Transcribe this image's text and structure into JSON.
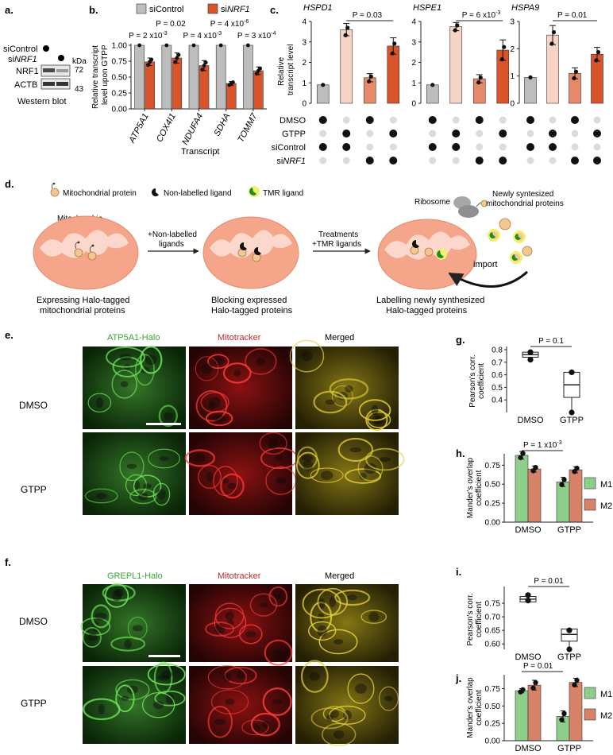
{
  "panels": {
    "a": "a.",
    "b": "b.",
    "c": "c.",
    "d": "d.",
    "e": "e.",
    "f": "f.",
    "g": "g.",
    "h": "h.",
    "i": "i.",
    "j": "j."
  },
  "panel_a": {
    "lane_labels": [
      "siControl",
      "siNRF1"
    ],
    "blot_labels": [
      "NRF1",
      "ACTB"
    ],
    "kda_label": "kDa",
    "kda_marks": [
      "72",
      "43"
    ],
    "caption": "Western blot"
  },
  "panel_b": {
    "legend": [
      "siControl",
      "siNRF1"
    ],
    "ylabel_line1": "Relative transcript",
    "ylabel_line2": "level upon GTPP",
    "xlabel": "Transcript",
    "p_values": [
      "P = 2 x10-3",
      "P = 0.02",
      "P = 4 x10-3",
      "P = 4 x10-6",
      "P = 3 x10-4"
    ]
  },
  "panel_c": {
    "ylabel_line1": "Relative",
    "ylabel_line2": "transcript level",
    "p_values": [
      "P = 0.03",
      "P = 6 x10-3",
      "P = 0.01"
    ],
    "dot_rows": [
      "DMSO",
      "GTPP",
      "siControl",
      "siNRF1"
    ],
    "dot_matrix": [
      [
        1,
        0,
        1,
        0
      ],
      [
        0,
        1,
        0,
        1
      ],
      [
        1,
        1,
        0,
        0
      ],
      [
        0,
        0,
        1,
        1
      ]
    ]
  },
  "panel_d": {
    "legend": [
      "Mitochondrial protein",
      "Non-labelled ligand",
      "TMR ligand"
    ],
    "mito_label": "Mitochondria",
    "arrow1": [
      "+Non-labelled",
      "ligands"
    ],
    "arrow2": [
      "Treatments",
      "+TMR ligands"
    ],
    "ribosome": "Ribosome",
    "newly": [
      "Newly syntesized",
      "mitochondrial proteins"
    ],
    "import": "import",
    "captions": [
      [
        "Expressing Halo-tagged",
        "mitochondrial proteins"
      ],
      [
        "Blocking expressed",
        "Halo-tagged proteins"
      ],
      [
        "Labelling newly synthesized",
        "Halo-tagged proteins"
      ]
    ]
  },
  "panel_e": {
    "col_labels": [
      "ATP5A1-Halo",
      "Mitotracker",
      "Merged"
    ],
    "row_labels": [
      "DMSO",
      "GTPP"
    ]
  },
  "panel_f": {
    "col_labels": [
      "GREPL1-Halo",
      "Mitotracker",
      "Merged"
    ],
    "row_labels": [
      "DMSO",
      "GTPP"
    ]
  },
  "panel_g": {
    "ylabel": [
      "Pearson's corr.",
      "coefficient"
    ],
    "p": "P = 0.1"
  },
  "panel_h": {
    "ylabel": [
      "Mander's overlap",
      "coefficient"
    ],
    "p": "P = 1 x10-3",
    "legend": [
      "M1",
      "M2"
    ]
  },
  "panel_i": {
    "ylabel": [
      "Pearson's corr.",
      "coefficient"
    ],
    "p": "P = 0.01"
  },
  "panel_j": {
    "ylabel": [
      "Mander's overlap",
      "coefficient"
    ],
    "p": "P = 0.01",
    "legend": [
      "M1",
      "M2"
    ]
  },
  "colors": {
    "grey": "#bdbdbd",
    "orange": "#d9542b",
    "pale": "#f6d3c4",
    "mid": "#e88a6a",
    "green": "#8dcf8a",
    "salmon": "#d9826a",
    "cell": "#f4a58a",
    "cellLight": "#fbd8cb"
  },
  "chart_data": [
    {
      "id": "b",
      "type": "bar",
      "categories": [
        "ATP5A1",
        "COX4I1",
        "NDUFA4",
        "SDHA",
        "TOMM7"
      ],
      "series": [
        {
          "name": "siControl",
          "values": [
            1.0,
            1.0,
            1.0,
            1.0,
            1.0
          ]
        },
        {
          "name": "siNRF1",
          "values": [
            0.74,
            0.8,
            0.68,
            0.4,
            0.6
          ]
        }
      ],
      "errors": [
        0.06,
        0.08,
        0.08,
        0.03,
        0.06
      ],
      "ylim": [
        0,
        1.0
      ],
      "yticks": [
        "0.00",
        "0.25",
        "0.50",
        "0.75",
        "1.00"
      ]
    },
    {
      "id": "c1",
      "type": "bar",
      "title": "HSPD1",
      "values": [
        0.9,
        3.6,
        1.25,
        2.8
      ],
      "errors": [
        0.0,
        0.3,
        0.2,
        0.4
      ],
      "ylim": [
        0,
        4
      ],
      "yticks": [
        "0",
        "1",
        "2",
        "3",
        "4"
      ]
    },
    {
      "id": "c2",
      "type": "bar",
      "title": "HSPE1",
      "values": [
        0.9,
        3.75,
        1.2,
        2.6
      ],
      "errors": [
        0.0,
        0.2,
        0.2,
        0.5
      ],
      "ylim": [
        0,
        4
      ],
      "yticks": [
        "0",
        "1",
        "2",
        "3",
        "4"
      ]
    },
    {
      "id": "c3",
      "type": "bar",
      "title": "HSPA9",
      "values": [
        0.95,
        2.5,
        1.1,
        1.8
      ],
      "errors": [
        0.0,
        0.35,
        0.2,
        0.25
      ],
      "ylim": [
        0,
        3
      ],
      "yticks": [
        "0",
        "1",
        "2",
        "3"
      ]
    },
    {
      "id": "g",
      "type": "box",
      "categories": [
        "DMSO",
        "GTPP"
      ],
      "points": [
        [
          0.72,
          0.78
        ],
        [
          0.3,
          0.62
        ]
      ],
      "boxes": [
        [
          0.74,
          0.76,
          0.78
        ],
        [
          0.42,
          0.52,
          0.62
        ]
      ],
      "ylim": [
        0.3,
        0.8
      ],
      "yticks": [
        "0.4",
        "0.5",
        "0.6",
        "0.7",
        "0.8"
      ]
    },
    {
      "id": "h",
      "type": "bar",
      "categories": [
        "DMSO",
        "GTPP"
      ],
      "series": [
        {
          "name": "M1",
          "values": [
            0.88,
            0.53
          ]
        },
        {
          "name": "M2",
          "values": [
            0.7,
            0.69
          ]
        }
      ],
      "errors": [
        [
          0.05,
          0.06
        ],
        [
          0.04,
          0.04
        ]
      ],
      "ylim": [
        0,
        0.9
      ],
      "yticks": [
        "0.00",
        "0.25",
        "0.50",
        "0.75"
      ]
    },
    {
      "id": "i",
      "type": "box",
      "categories": [
        "DMSO",
        "GTPP"
      ],
      "points": [
        [
          0.76,
          0.78
        ],
        [
          0.58,
          0.65
        ]
      ],
      "boxes": [
        [
          0.755,
          0.765,
          0.775
        ],
        [
          0.61,
          0.635,
          0.655
        ]
      ],
      "ylim": [
        0.58,
        0.8
      ],
      "yticks": [
        "0.60",
        "0.65",
        "0.70",
        "0.75"
      ]
    },
    {
      "id": "j",
      "type": "bar",
      "categories": [
        "DMSO",
        "GTPP"
      ],
      "series": [
        {
          "name": "M1",
          "values": [
            0.72,
            0.35
          ]
        },
        {
          "name": "M2",
          "values": [
            0.8,
            0.84
          ]
        }
      ],
      "errors": [
        [
          0.03,
          0.08
        ],
        [
          0.07,
          0.06
        ]
      ],
      "ylim": [
        0,
        0.95
      ],
      "yticks": [
        "0.00",
        "0.25",
        "0.50",
        "0.75"
      ]
    }
  ]
}
